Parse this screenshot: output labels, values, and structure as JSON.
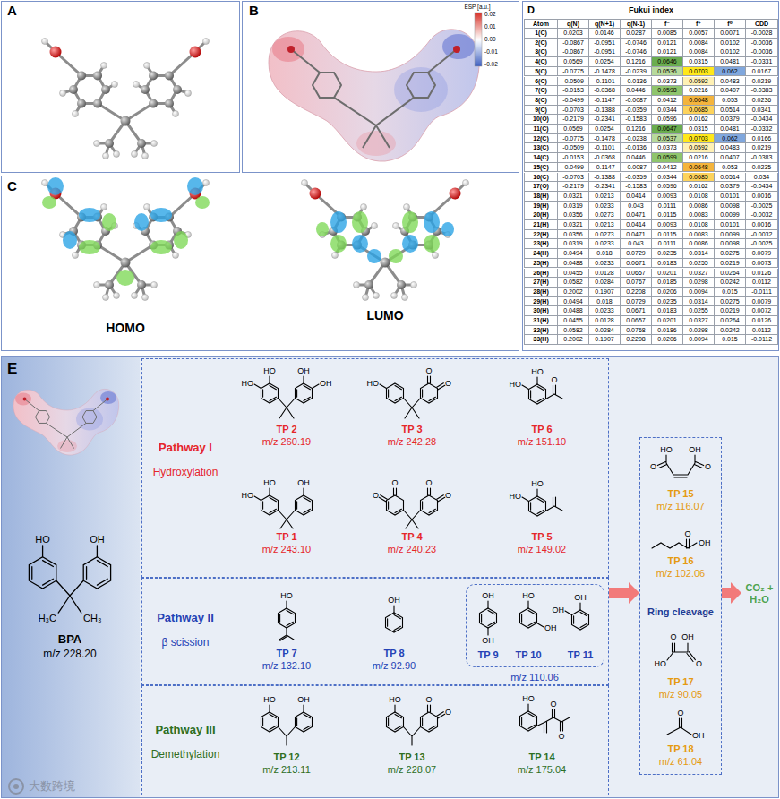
{
  "diagram": {
    "nodes": [
      {
        "text": [
          "A"
        ]
      },
      {
        "text": [
          "B",
          "ESP [a.u.]",
          "0.02",
          "0.01",
          "0.00",
          "-0.01",
          "-0.02"
        ]
      },
      {
        "text": [
          "C",
          "HOMO",
          "LUMO"
        ]
      },
      {
        "text": [
          "D",
          "Fukui index"
        ]
      },
      {
        "text": [
          "E"
        ]
      },
      {
        "text": [
          "BPA",
          "m/z 228.20"
        ],
        "in": 4
      },
      {
        "text": [
          "Pathway I",
          "Hydroxylation",
          "TP 2",
          "m/z 260.19",
          "TP 3",
          "m/z 242.28",
          "TP 6",
          "m/z 151.10",
          "TP 1",
          "m/z 243.10",
          "TP 4",
          "m/z 240.23",
          "TP 5",
          "m/z 149.02"
        ],
        "in": 4
      },
      {
        "text": [
          "Pathway II",
          "β scission",
          "TP 7",
          "m/z 132.10",
          "TP 8",
          "m/z 92.90"
        ],
        "in": 4
      },
      {
        "text": [
          "TP 9",
          "TP 10",
          "TP 11",
          "m/z 110.06"
        ],
        "in": 7
      },
      {
        "text": [
          "Pathway III",
          "Demethylation",
          "TP 12",
          "m/z 213.11",
          "TP 13",
          "m/z 228.07",
          "TP 14",
          "m/z 175.04"
        ],
        "in": 4
      },
      {
        "text": [
          "TP 15",
          "m/z 116.07",
          "TP 16",
          "m/z 102.06",
          "TP 17",
          "m/z 90.05",
          "TP 18",
          "m/z 61.04"
        ],
        "in": 4
      },
      {
        "text": [
          "CO₂ + H₂O"
        ],
        "in": 4
      }
    ],
    "edges": [
      {
        "from": 7,
        "to": 10,
        "arrow": "to",
        "label": "Ring cleavage"
      },
      {
        "from": 10,
        "to": 11,
        "arrow": "to"
      }
    ],
    "labels": [
      "Atom",
      "q(N)",
      "q(N+1)",
      "q(N-1)",
      "f⁻",
      "f⁺",
      "f⁰",
      "CDD",
      "1(C)",
      "0.0203",
      "0.0146",
      "0.0287",
      "0.0085",
      "0.0057",
      "0.0071",
      "-0.0028",
      "2(C)",
      "-0.0867",
      "-0.0951",
      "-0.0746",
      "0.0121",
      "0.0084",
      "0.0102",
      "-0.0036",
      "3(C)",
      "-0.0867",
      "-0.0951",
      "-0.0746",
      "0.0121",
      "0.0084",
      "0.0102",
      "-0.0036",
      "4(C)",
      "0.0569",
      "0.0254",
      "0.1216",
      "0.0646",
      "0.0315",
      "0.0481",
      "-0.0331",
      "5(C)",
      "-0.0775",
      "-0.1478",
      "-0.0239",
      "0.0536",
      "0.0703",
      "0.062",
      "0.0167",
      "6(C)",
      "-0.0509",
      "-0.1101",
      "-0.0136",
      "0.0373",
      "0.0592",
      "0.0483",
      "0.0219",
      "7(C)",
      "-0.0153",
      "-0.0368",
      "0.0446",
      "0.0598",
      "0.0216",
      "0.0407",
      "-0.0383",
      "8(C)",
      "-0.0499",
      "-0.1147",
      "-0.0087",
      "0.0412",
      "0.0648",
      "0.053",
      "0.0236",
      "9(C)",
      "-0.0703",
      "-0.1388",
      "-0.0359",
      "0.0344",
      "0.0685",
      "0.0514",
      "0.0341",
      "10(O)",
      "-0.2179",
      "-0.2341",
      "-0.1583",
      "0.0596",
      "0.0162",
      "0.0379",
      "-0.0434",
      "11(C)",
      "0.0569",
      "0.0254",
      "0.1216",
      "0.0647",
      "0.0315",
      "0.0481",
      "-0.0332",
      "12(C)",
      "-0.0775",
      "-0.1478",
      "-0.0238",
      "0.0537",
      "0.0703",
      "0.062",
      "0.0166",
      "13(C)",
      "-0.0509",
      "-0.1101",
      "-0.0136",
      "0.0373",
      "0.0592",
      "0.0483",
      "0.0219",
      "14(C)",
      "-0.0153",
      "-0.0368",
      "0.0446",
      "0.0599",
      "0.0216",
      "0.0407",
      "-0.0383",
      "15(C)",
      "-0.0499",
      "-0.1147",
      "-0.0087",
      "0.0412",
      "0.0648",
      "0.053",
      "0.0235",
      "16(C)",
      "-0.0703",
      "-0.1388",
      "-0.0359",
      "0.0344",
      "0.0685",
      "0.0514",
      "0.034",
      "17(O)",
      "-0.2179",
      "-0.2341",
      "-0.1583",
      "0.0596",
      "0.0162",
      "0.0379",
      "-0.0434",
      "18(H)",
      "0.0321",
      "0.0213",
      "0.0414",
      "0.0093",
      "0.0108",
      "0.0101",
      "0.0016",
      "19(H)",
      "0.0319",
      "0.0233",
      "0.043",
      "0.0111",
      "0.0086",
      "0.0098",
      "-0.0025",
      "20(H)",
      "0.0356",
      "0.0273",
      "0.0471",
      "0.0115",
      "0.0083",
      "0.0099",
      "-0.0032",
      "21(H)",
      "0.0321",
      "0.0213",
      "0.0414",
      "0.0093",
      "0.0108",
      "0.0101",
      "0.0016",
      "22(H)",
      "0.0356",
      "0.0273",
      "0.0471",
      "0.0115",
      "0.0083",
      "0.0099",
      "-0.0032",
      "23(H)",
      "0.0319",
      "0.0233",
      "0.043",
      "0.0111",
      "0.0086",
      "0.0098",
      "-0.0025",
      "24(H)",
      "0.0494",
      "0.018",
      "0.0729",
      "0.0235",
      "0.0314",
      "0.0275",
      "0.0079",
      "25(H)",
      "0.0488",
      "0.0233",
      "0.0671",
      "0.0183",
      "0.0255",
      "0.0219",
      "0.0073",
      "26(H)",
      "0.0455",
      "0.0128",
      "0.0657",
      "0.0201",
      "0.0327",
      "0.0264",
      "0.0126",
      "27(H)",
      "0.0582",
      "0.0284",
      "0.0767",
      "0.0185",
      "0.0298",
      "0.0242",
      "0.0112",
      "28(H)",
      "0.2002",
      "0.1907",
      "0.2208",
      "0.0206",
      "0.0094",
      "0.015",
      "-0.0111",
      "29(H)",
      "0.0494",
      "0.018",
      "0.0729",
      "0.0235",
      "0.0314",
      "0.0275",
      "0.0079",
      "30(H)",
      "0.0488",
      "0.0233",
      "0.0671",
      "0.0183",
      "0.0255",
      "0.0219",
      "0.0072",
      "31(H)",
      "0.0455",
      "0.0128",
      "0.0657",
      "0.0201",
      "0.0327",
      "0.0264",
      "0.0126",
      "32(H)",
      "0.0582",
      "0.0284",
      "0.0768",
      "0.0186",
      "0.0298",
      "0.0242",
      "0.0112",
      "33(H)",
      "0.2002",
      "0.1907",
      "0.2208",
      "0.0206",
      "0.0094",
      "0.015",
      "-0.0112",
      "HO",
      "OH",
      "H₃C",
      "CH₃",
      "HO",
      "HO",
      "OH",
      "OH",
      "HO",
      "O",
      "O",
      "HO",
      "HO",
      "O",
      "HO",
      "HO",
      "OH",
      "O",
      "O",
      "O",
      "O",
      "HO",
      "HO",
      "HO",
      "OH",
      "OH",
      "OH",
      "HO",
      "OH",
      "OH",
      "OH",
      "HO",
      "OH",
      "HO",
      "O",
      "O",
      "HO",
      "O",
      "O",
      "HO",
      "O",
      "OH",
      "O",
      "O",
      "OH",
      "O",
      "HO",
      "OH",
      "O",
      "O",
      "OH",
      "大数跨境"
    ]
  }
}
